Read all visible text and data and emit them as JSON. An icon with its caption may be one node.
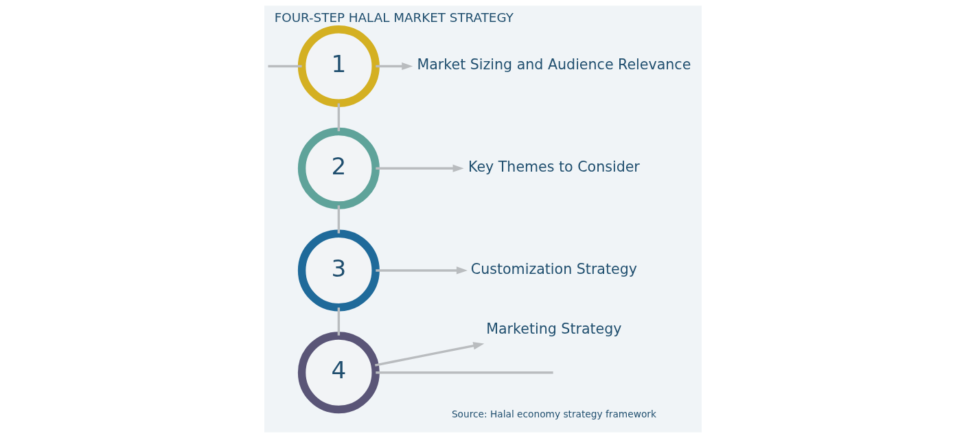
{
  "diagram": {
    "title": "FOUR-STEP HALAL MARKET STRATEGY",
    "caption": "Source: Halal economy strategy framework",
    "nodes": [
      {
        "text": [
          "1"
        ]
      },
      {
        "text": [
          "2"
        ]
      },
      {
        "text": [
          "3"
        ]
      },
      {
        "text": [
          "4"
        ]
      },
      {
        "text": [
          "Market Sizing and Audience Relevance"
        ]
      },
      {
        "text": [
          "Key Themes to Consider"
        ]
      },
      {
        "text": [
          "Customization Strategy"
        ]
      },
      {
        "text": [
          "Marketing Strategy"
        ]
      }
    ],
    "edges": [
      {
        "from": null,
        "to": 0,
        "arrow": "none"
      },
      {
        "from": 0,
        "to": 1,
        "arrow": "none"
      },
      {
        "from": 1,
        "to": 2,
        "arrow": "none"
      },
      {
        "from": 2,
        "to": 3,
        "arrow": "none"
      },
      {
        "from": 3,
        "to": null,
        "arrow": "none"
      },
      {
        "from": 0,
        "to": 4,
        "arrow": "to"
      },
      {
        "from": 1,
        "to": 5,
        "arrow": "to"
      },
      {
        "from": 2,
        "to": 6,
        "arrow": "to"
      },
      {
        "from": 3,
        "to": 7,
        "arrow": "to"
      }
    ]
  }
}
